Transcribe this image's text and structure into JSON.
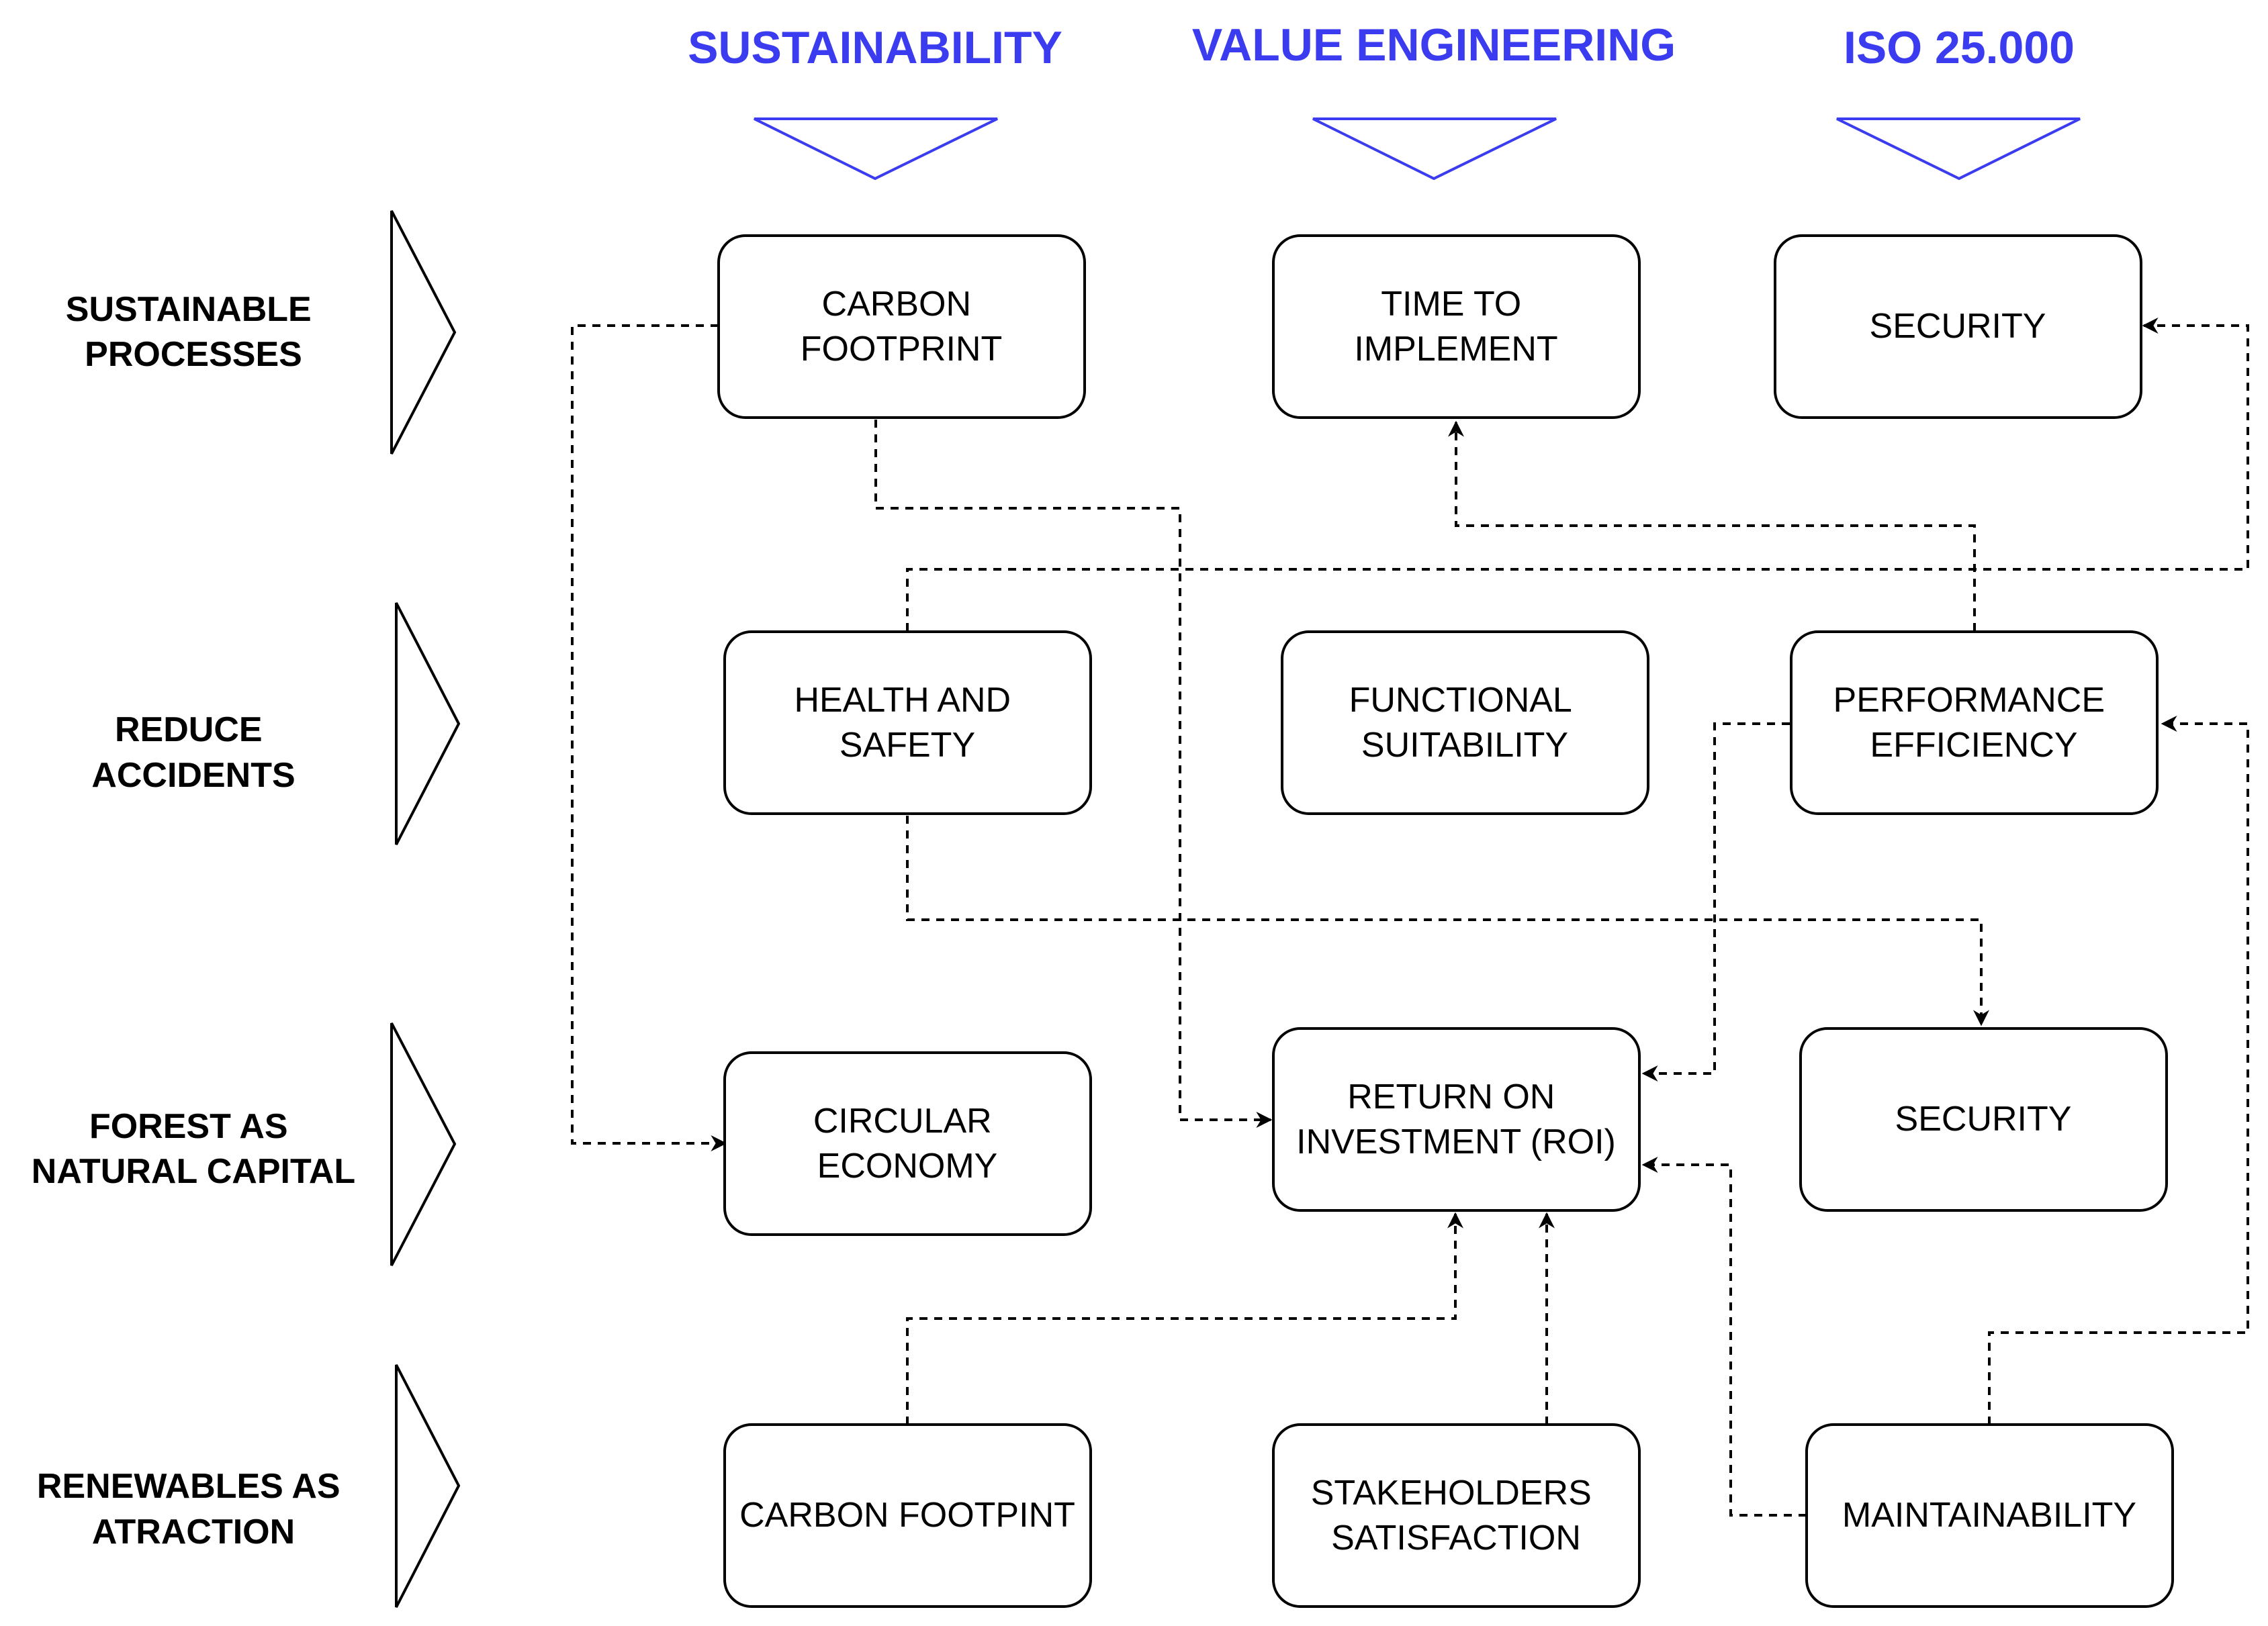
{
  "colors": {
    "column_title": "#3b3bf0",
    "stroke": "#000000",
    "background": "#ffffff"
  },
  "columns": [
    {
      "id": "sustainability",
      "title": "SUSTAINABILITY"
    },
    {
      "id": "value-engineering",
      "title": "VALUE ENGINEERING"
    },
    {
      "id": "iso",
      "title": "ISO 25.000"
    }
  ],
  "rows": [
    {
      "id": "sustainable-processes",
      "label": [
        "SUSTAINABLE",
        "PROCESSES"
      ]
    },
    {
      "id": "reduce-accidents",
      "label": [
        "REDUCE",
        "ACCIDENTS"
      ]
    },
    {
      "id": "forest-natural-capital",
      "label": [
        "FOREST AS",
        "NATURAL CAPITAL"
      ]
    },
    {
      "id": "renewables-attraction",
      "label": [
        "RENEWABLES AS",
        "ATRACTION"
      ]
    }
  ],
  "nodes": [
    {
      "id": "carbon-footprint",
      "lines": [
        "CARBON",
        "FOOTPRINT"
      ]
    },
    {
      "id": "time-to-implement",
      "lines": [
        "TIME TO",
        "IMPLEMENT"
      ]
    },
    {
      "id": "security-top",
      "lines": [
        "SECURITY"
      ]
    },
    {
      "id": "health-and-safety",
      "lines": [
        "HEALTH AND",
        "SAFETY"
      ]
    },
    {
      "id": "functional-suitability",
      "lines": [
        "FUNCTIONAL",
        "SUITABILITY"
      ]
    },
    {
      "id": "performance-efficiency",
      "lines": [
        "PERFORMANCE",
        "EFFICIENCY"
      ]
    },
    {
      "id": "circular-economy",
      "lines": [
        "CIRCULAR",
        "ECONOMY"
      ]
    },
    {
      "id": "roi",
      "lines": [
        "RETURN ON",
        "INVESTMENT (ROI)"
      ]
    },
    {
      "id": "security-mid",
      "lines": [
        "SECURITY"
      ]
    },
    {
      "id": "carbon-footpint",
      "lines": [
        "CARBON FOOTPINT"
      ]
    },
    {
      "id": "stakeholders-satisfaction",
      "lines": [
        "STAKEHOLDERS",
        "SATISFACTION"
      ]
    },
    {
      "id": "maintainability",
      "lines": [
        "MAINTAINABILITY"
      ]
    }
  ],
  "edges": [
    {
      "from": "carbon-footprint",
      "to": "circular-economy"
    },
    {
      "from": "carbon-footprint",
      "to": "roi"
    },
    {
      "from": "health-and-safety",
      "to": "security-top"
    },
    {
      "from": "health-and-safety",
      "to": "security-mid"
    },
    {
      "from": "performance-efficiency",
      "to": "time-to-implement"
    },
    {
      "from": "performance-efficiency",
      "to": "roi"
    },
    {
      "from": "carbon-footpint",
      "to": "roi"
    },
    {
      "from": "stakeholders-satisfaction",
      "to": "roi"
    },
    {
      "from": "maintainability",
      "to": "roi"
    },
    {
      "from": "maintainability",
      "to": "performance-efficiency"
    }
  ]
}
